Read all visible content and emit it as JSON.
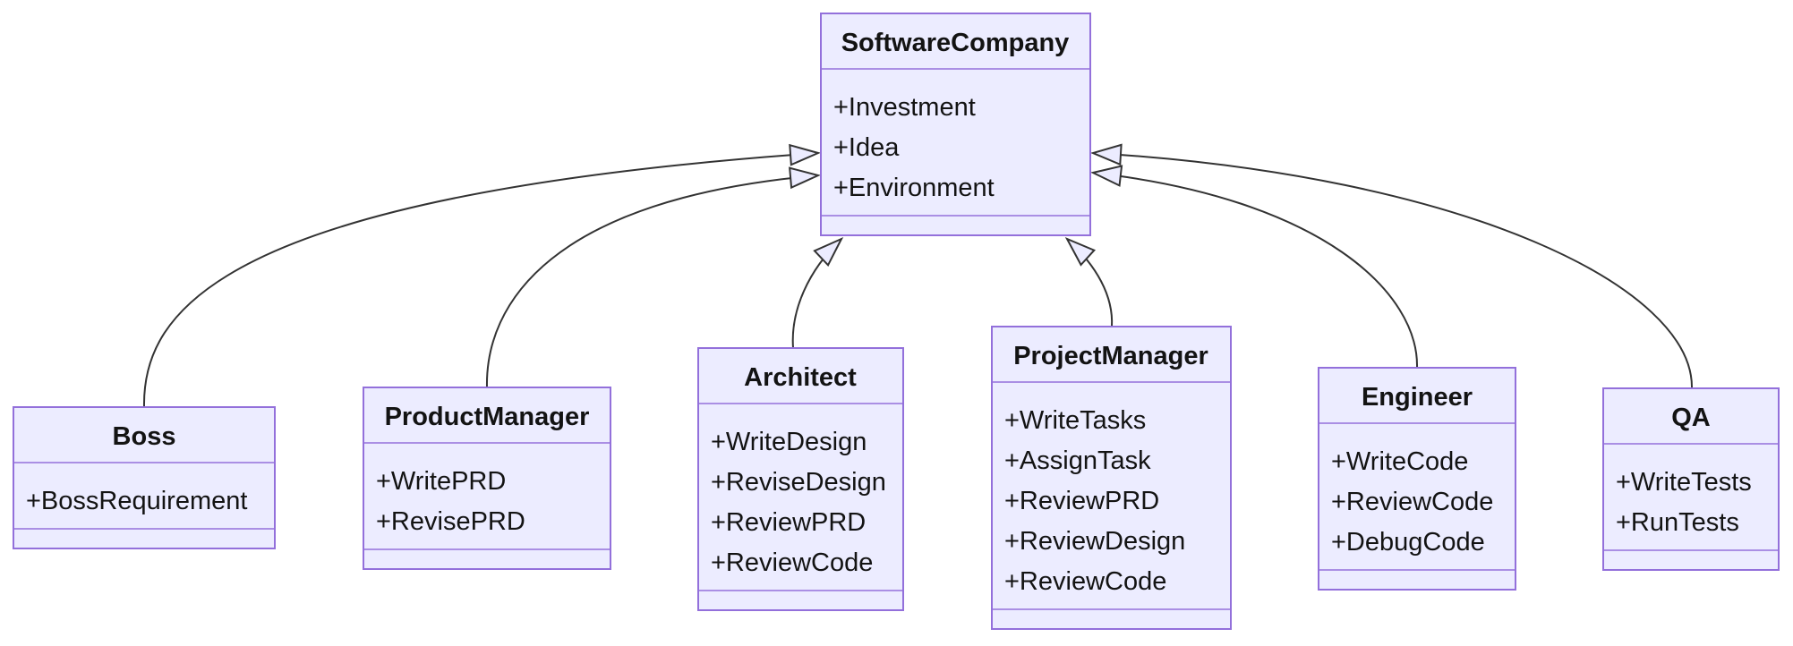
{
  "colors": {
    "node_fill": "#ECECFF",
    "node_border": "#9370DB",
    "edge_line": "#333333",
    "text": "#131313",
    "background": "#FFFFFF"
  },
  "classes": [
    {
      "name": "SoftwareCompany",
      "members": [
        "+Investment",
        "+Idea",
        "+Environment"
      ],
      "methods": []
    },
    {
      "name": "Boss",
      "members": [
        "+BossRequirement"
      ],
      "methods": []
    },
    {
      "name": "ProductManager",
      "members": [
        "+WritePRD",
        "+RevisePRD"
      ],
      "methods": []
    },
    {
      "name": "Architect",
      "members": [
        "+WriteDesign",
        "+ReviseDesign",
        "+ReviewPRD",
        "+ReviewCode"
      ],
      "methods": []
    },
    {
      "name": "ProjectManager",
      "members": [
        "+WriteTasks",
        "+AssignTask",
        "+ReviewPRD",
        "+ReviewDesign",
        "+ReviewCode"
      ],
      "methods": []
    },
    {
      "name": "Engineer",
      "members": [
        "+WriteCode",
        "+ReviewCode",
        "+DebugCode"
      ],
      "methods": []
    },
    {
      "name": "QA",
      "members": [
        "+WriteTests",
        "+RunTests"
      ],
      "methods": []
    }
  ],
  "relationships": [
    {
      "from": "Boss",
      "to": "SoftwareCompany",
      "type": "inheritance"
    },
    {
      "from": "ProductManager",
      "to": "SoftwareCompany",
      "type": "inheritance"
    },
    {
      "from": "Architect",
      "to": "SoftwareCompany",
      "type": "inheritance"
    },
    {
      "from": "ProjectManager",
      "to": "SoftwareCompany",
      "type": "inheritance"
    },
    {
      "from": "Engineer",
      "to": "SoftwareCompany",
      "type": "inheritance"
    },
    {
      "from": "QA",
      "to": "SoftwareCompany",
      "type": "inheritance"
    }
  ]
}
